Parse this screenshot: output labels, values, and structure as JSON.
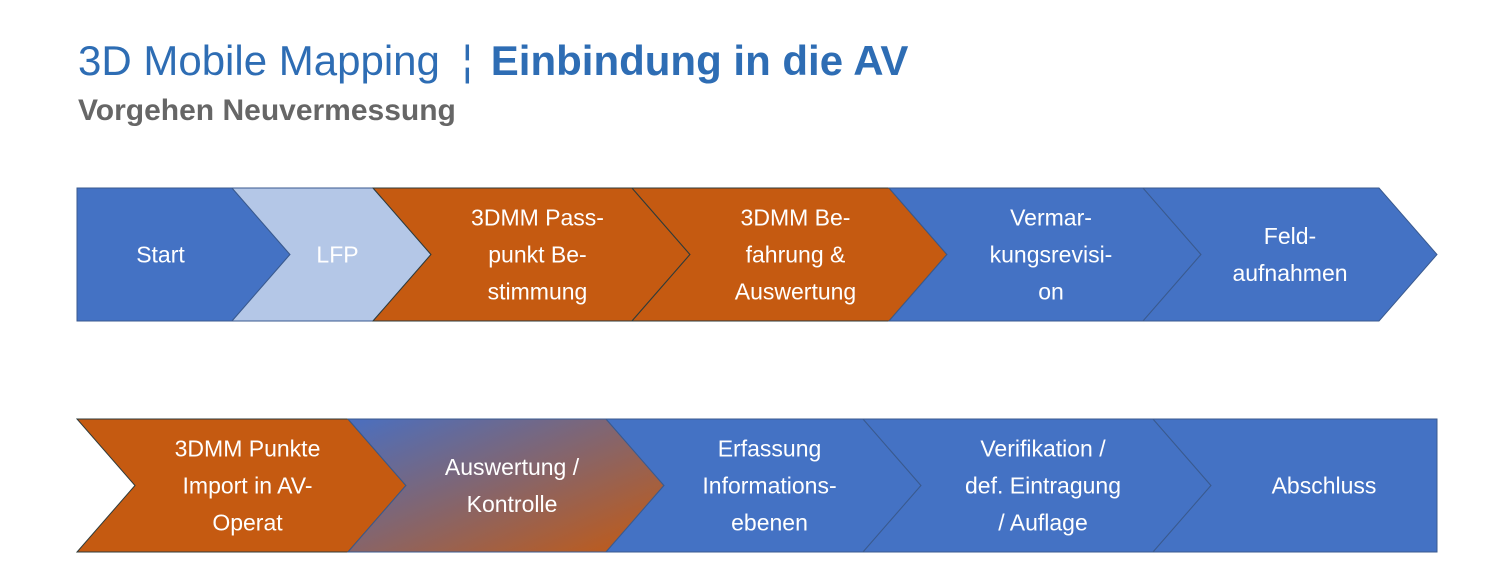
{
  "header": {
    "title_main": "3D Mobile Mapping",
    "title_separator": "¦",
    "title_bold": "Einbindung in die AV",
    "subtitle": "Vorgehen Neuvermessung"
  },
  "colors": {
    "blue": "#4472c4",
    "light_blue": "#b4c7e7",
    "orange": "#c55a11",
    "title_blue": "#2e6db4",
    "subtitle_gray": "#666666"
  },
  "rows": [
    {
      "steps": [
        {
          "lines": [
            "Start"
          ],
          "color": "blue"
        },
        {
          "lines": [
            "LFP"
          ],
          "color": "light_blue"
        },
        {
          "lines": [
            "3DMM Pass-",
            "punkt Be-",
            "stimmung"
          ],
          "color": "orange"
        },
        {
          "lines": [
            "3DMM Be-",
            "fahrung &",
            "Auswertung"
          ],
          "color": "orange"
        },
        {
          "lines": [
            "Vermar-",
            "kungsrevisi-",
            "on"
          ],
          "color": "blue"
        },
        {
          "lines": [
            "Feld-",
            "aufnahmen"
          ],
          "color": "blue"
        }
      ]
    },
    {
      "steps": [
        {
          "lines": [
            "3DMM Punkte",
            "Import in AV-",
            "Operat"
          ],
          "color": "orange"
        },
        {
          "lines": [
            "Auswertung /",
            "Kontrolle"
          ],
          "color": "gradient"
        },
        {
          "lines": [
            "Erfassung",
            "Informations-",
            "ebenen"
          ],
          "color": "blue"
        },
        {
          "lines": [
            "Verifikation /",
            "def. Eintragung",
            "/ Auflage"
          ],
          "color": "blue"
        },
        {
          "lines": [
            "Abschluss"
          ],
          "color": "blue"
        }
      ]
    }
  ]
}
